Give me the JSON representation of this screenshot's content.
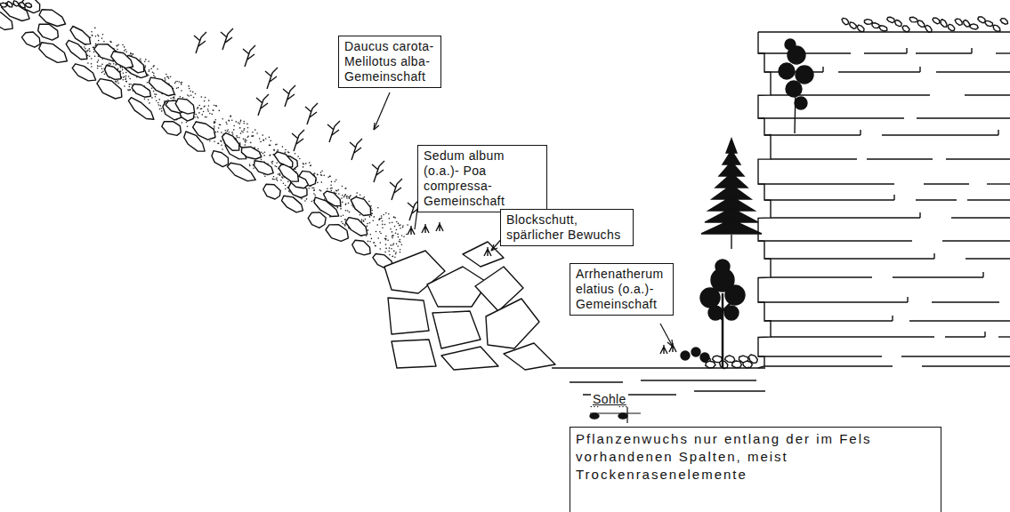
{
  "diagram": {
    "nodes": [
      {
        "text": [
          "Daucus carota- Melilotus alba- Gemeinschaft"
        ]
      },
      {
        "text": [
          "Sedum album (o.a.)- Poa compressa- Gemeinschaft"
        ]
      },
      {
        "text": [
          "Blockschutt, spärlicher Bewuchs"
        ]
      },
      {
        "text": [
          "Arrhenatherum elatius (o.a.)- Gemeinschaft"
        ]
      },
      {
        "text": [
          "Pflanzenwuchs nur entlang der im Fels vorhandenen Spalten, meist Trockenrasenelemente"
        ]
      }
    ],
    "labels": [
      "Sohle"
    ]
  }
}
